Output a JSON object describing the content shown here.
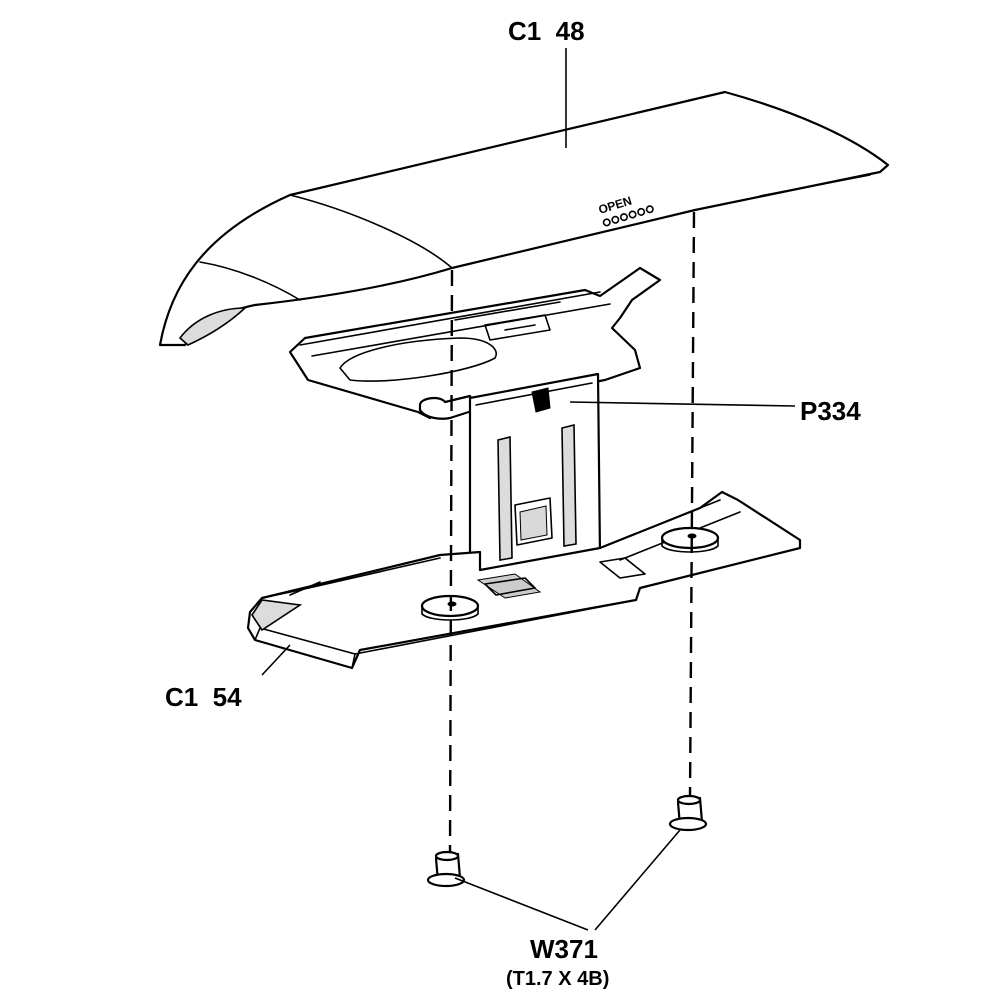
{
  "labels": {
    "top_cover": "C1  48",
    "mount_plate": "P334",
    "base_bracket": "C1  54",
    "screw": "W371",
    "screw_spec": "(T1.7 X 4B)"
  },
  "stamp": {
    "open_marking": "OPEN"
  }
}
